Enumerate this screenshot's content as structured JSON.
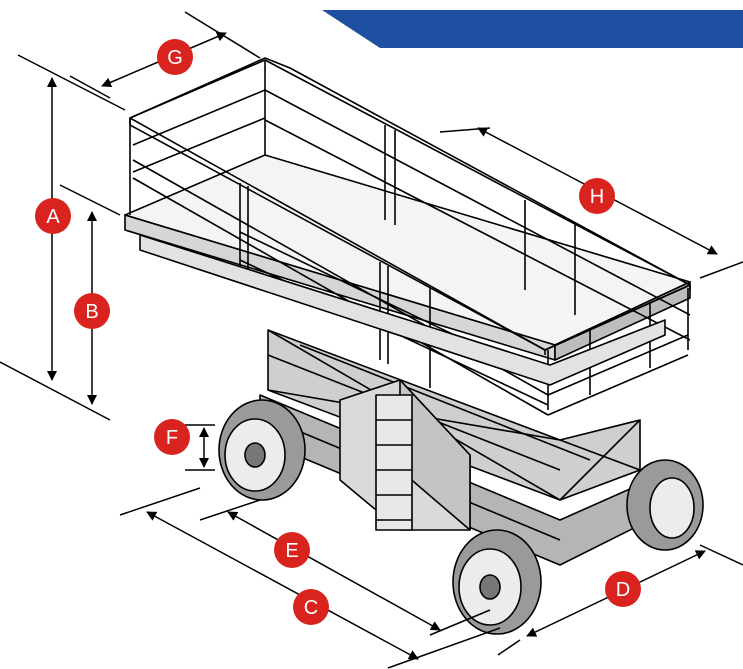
{
  "callouts": [
    {
      "id": "a",
      "letter": "A",
      "color": "#d9231f"
    },
    {
      "id": "b",
      "letter": "B",
      "color": "#d9231f"
    },
    {
      "id": "c",
      "letter": "C",
      "color": "#d9231f"
    },
    {
      "id": "d",
      "letter": "D",
      "color": "#d9231f"
    },
    {
      "id": "e",
      "letter": "E",
      "color": "#d9231f"
    },
    {
      "id": "f",
      "letter": "F",
      "color": "#d9231f"
    },
    {
      "id": "g",
      "letter": "G",
      "color": "#d9231f"
    },
    {
      "id": "h",
      "letter": "H",
      "color": "#d9231f"
    }
  ],
  "banner_color": "#1f4fa0",
  "drawing_subject": "scissor-lift-line-drawing"
}
